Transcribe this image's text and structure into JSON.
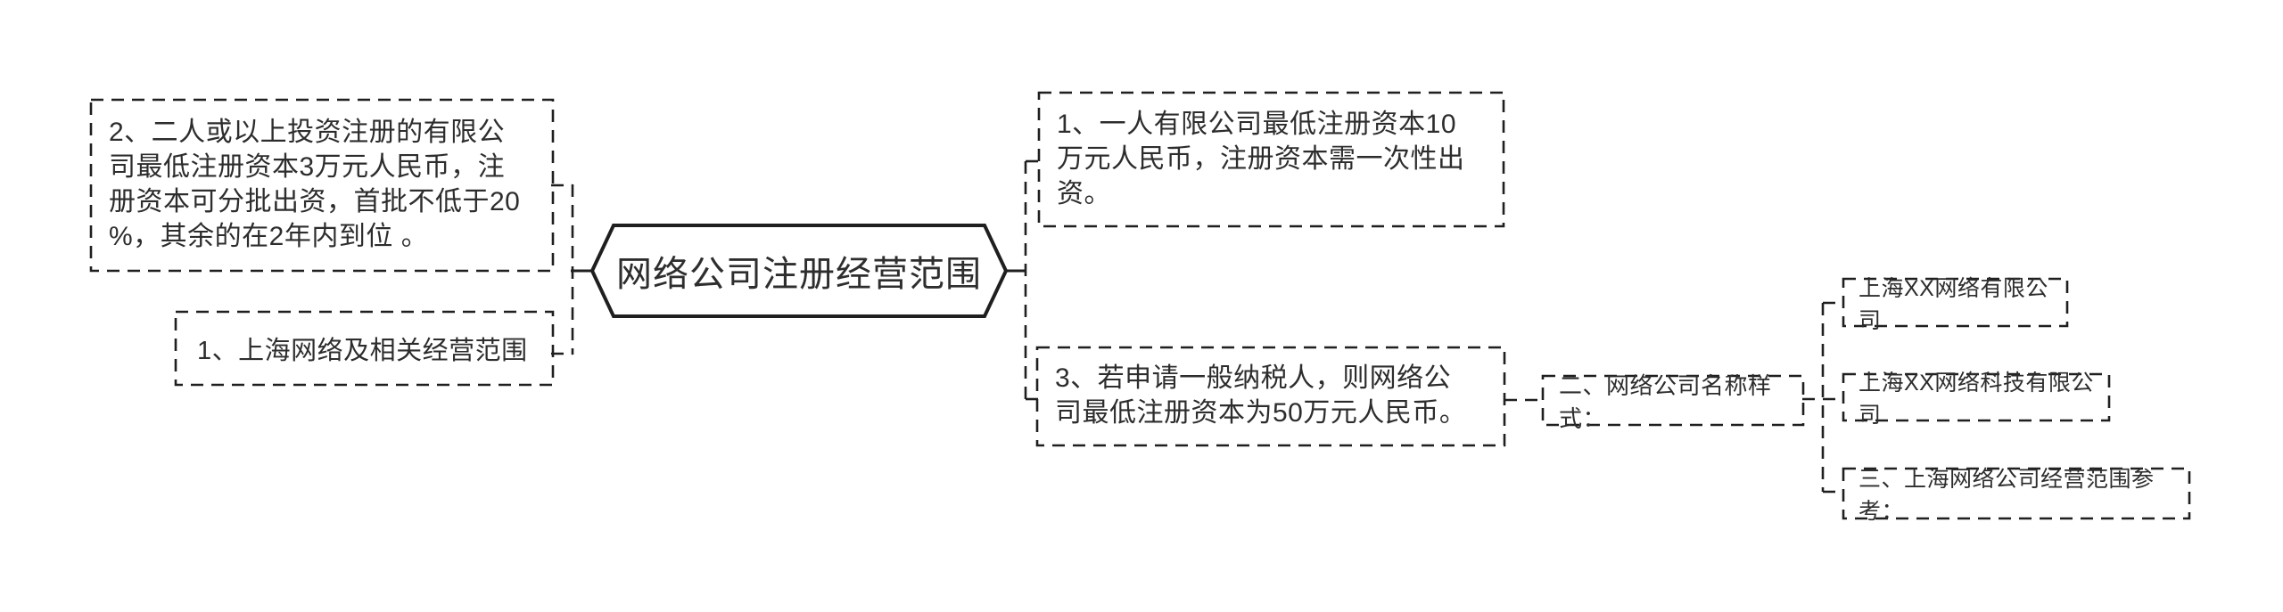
{
  "diagram": {
    "title": "网络公司注册经营范围",
    "root": {
      "label": "网络公司注册经营范围"
    },
    "left_branch": {
      "note_capital_two_person": "2、二人或以上投资注册的有限公\n司最低注册资本3万元人民币，注\n册资本可分批出资，首批不低于20\n%，其余的在2年内到位 。",
      "note_scope": "1、上海网络及相关经营范围"
    },
    "right_branch": {
      "note_one_person": "1、一人有限公司最低注册资本10\n万元人民币，注册资本需一次性出\n资。",
      "note_taxpayer": "3、若申请一般纳税人，则网络公\n司最低注册资本为50万元人民币。",
      "naming": {
        "label": "二、网络公司名称样式：",
        "children": [
          "上海XX网络有限公司",
          "上海XX网络科技有限公司",
          "三、上海网络公司经营范围参考："
        ]
      }
    },
    "colors": {
      "line": "#1f1f1f",
      "text": "#2d2d2d",
      "background": "#ffffff"
    }
  }
}
